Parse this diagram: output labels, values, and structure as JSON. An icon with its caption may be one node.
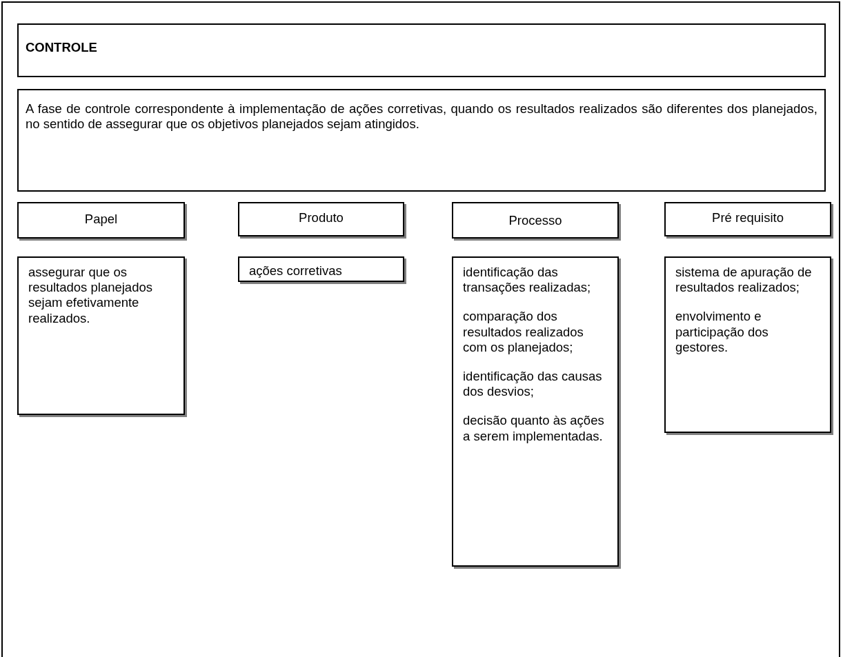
{
  "diagram": {
    "nodes": [
      {
        "text": [
          "CONTROLE"
        ]
      },
      {
        "text": [
          "A fase de controle correspondente à implementação de ações corretivas, quando os resultados realizados são diferentes dos planejados, no sentido de assegurar que os objetivos planejados sejam atingidos."
        ]
      },
      {
        "text": [
          "Papel"
        ]
      },
      {
        "text": [
          "Produto"
        ]
      },
      {
        "text": [
          "Processo"
        ]
      },
      {
        "text": [
          "Pré requisito"
        ]
      },
      {
        "text": [
          "assegurar que os resultados planejados sejam efetivamente realizados."
        ]
      },
      {
        "text": [
          "ações corretivas"
        ]
      },
      {
        "text": [
          "identificação das transações realizadas;",
          "comparação dos resultados realizados com os planejados;",
          "identificação das causas dos desvios;",
          "decisão quanto às ações a serem implementadas."
        ]
      },
      {
        "text": [
          "sistema de apuração de resultados realizados;",
          "envolvimento e participação dos gestores."
        ]
      }
    ],
    "edges": []
  }
}
